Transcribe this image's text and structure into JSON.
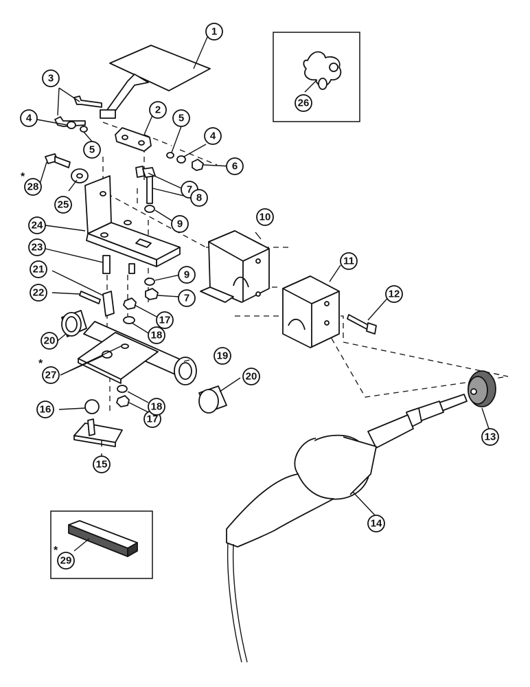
{
  "asterisk": "*",
  "callouts": [
    {
      "id": "c1",
      "label": "1"
    },
    {
      "id": "c2",
      "label": "2"
    },
    {
      "id": "c3",
      "label": "3"
    },
    {
      "id": "c4a",
      "label": "4"
    },
    {
      "id": "c4b",
      "label": "4"
    },
    {
      "id": "c5a",
      "label": "5"
    },
    {
      "id": "c5b",
      "label": "5"
    },
    {
      "id": "c6",
      "label": "6"
    },
    {
      "id": "c7a",
      "label": "7"
    },
    {
      "id": "c7b",
      "label": "7"
    },
    {
      "id": "c8",
      "label": "8"
    },
    {
      "id": "c9a",
      "label": "9"
    },
    {
      "id": "c9b",
      "label": "9"
    },
    {
      "id": "c10",
      "label": "10"
    },
    {
      "id": "c11",
      "label": "11"
    },
    {
      "id": "c12",
      "label": "12"
    },
    {
      "id": "c13",
      "label": "13"
    },
    {
      "id": "c14",
      "label": "14"
    },
    {
      "id": "c15",
      "label": "15"
    },
    {
      "id": "c16",
      "label": "16"
    },
    {
      "id": "c17a",
      "label": "17"
    },
    {
      "id": "c17b",
      "label": "17"
    },
    {
      "id": "c18a",
      "label": "18"
    },
    {
      "id": "c18b",
      "label": "18"
    },
    {
      "id": "c19",
      "label": "19"
    },
    {
      "id": "c20a",
      "label": "20"
    },
    {
      "id": "c20b",
      "label": "20"
    },
    {
      "id": "c21",
      "label": "21"
    },
    {
      "id": "c22",
      "label": "22"
    },
    {
      "id": "c23",
      "label": "23"
    },
    {
      "id": "c24",
      "label": "24"
    },
    {
      "id": "c25",
      "label": "25"
    },
    {
      "id": "c26",
      "label": "26"
    },
    {
      "id": "c27",
      "label": "27"
    },
    {
      "id": "c28",
      "label": "28"
    },
    {
      "id": "c29",
      "label": "29"
    }
  ]
}
